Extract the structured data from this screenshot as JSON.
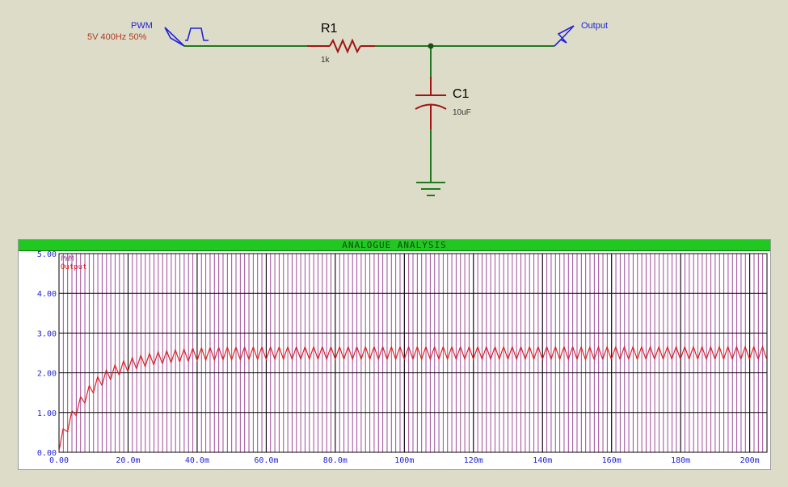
{
  "schematic": {
    "pwm_source": {
      "name": "PWM",
      "params": "5V 400Hz 50%"
    },
    "resistor": {
      "ref": "R1",
      "value": "1k"
    },
    "capacitor": {
      "ref": "C1",
      "value": "10uF"
    },
    "output_terminal": {
      "name": "Output"
    },
    "colors": {
      "wire": "#1e7a1e",
      "component": "#a01414",
      "terminal": "#2323d8",
      "junction": "#1a4d1a"
    }
  },
  "graph": {
    "title": "ANALOGUE ANALYSIS",
    "legend": [
      "PWM",
      "Output"
    ],
    "colors": {
      "pwm": "#a04a9a",
      "output": "#e02020",
      "grid": "#000000",
      "axis_text": "#2323d8",
      "titlebar": "#22c822"
    }
  },
  "chart_data": {
    "type": "line",
    "title": "ANALOGUE ANALYSIS",
    "xlabel": "",
    "ylabel": "",
    "xlim": [
      0,
      205
    ],
    "ylim": [
      0,
      5
    ],
    "x_tick_labels": [
      "0.00",
      "20.0m",
      "40.0m",
      "60.0m",
      "80.0m",
      "100m",
      "120m",
      "140m",
      "160m",
      "180m",
      "200m"
    ],
    "y_tick_labels": [
      "0.00",
      "1.00",
      "2.00",
      "3.00",
      "4.00",
      "5.00"
    ],
    "x_unit": "ms",
    "series": [
      {
        "name": "PWM",
        "kind": "square",
        "low": 0,
        "high": 5,
        "frequency_hz": 400,
        "duty": 0.5
      },
      {
        "name": "Output",
        "kind": "rc_response",
        "steady_mean": 2.5,
        "tau_ms": 10,
        "ripple_amplitude": 0.15
      }
    ],
    "grid": true,
    "legend_position": "top-left"
  }
}
